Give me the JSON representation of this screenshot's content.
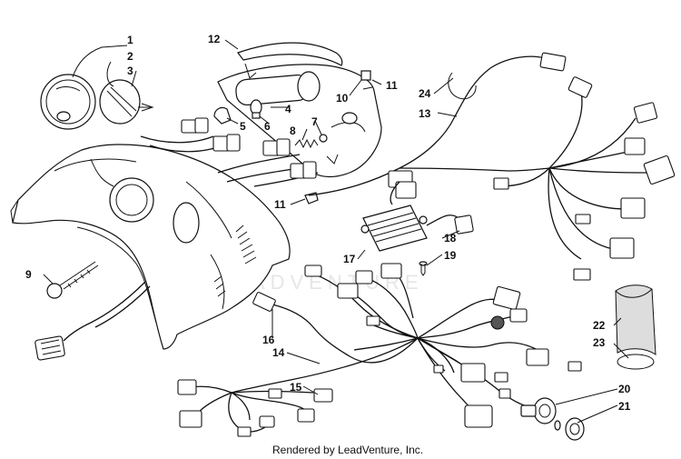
{
  "callouts": [
    {
      "id": "c1",
      "text": "1"
    },
    {
      "id": "c2",
      "text": "2"
    },
    {
      "id": "c3",
      "text": "3"
    },
    {
      "id": "c4",
      "text": "4"
    },
    {
      "id": "c5",
      "text": "5"
    },
    {
      "id": "c6",
      "text": "6"
    },
    {
      "id": "c7",
      "text": "7"
    },
    {
      "id": "c8",
      "text": "8"
    },
    {
      "id": "c9",
      "text": "9"
    },
    {
      "id": "c10",
      "text": "10"
    },
    {
      "id": "c11a",
      "text": "11"
    },
    {
      "id": "c11b",
      "text": "11"
    },
    {
      "id": "c12",
      "text": "12"
    },
    {
      "id": "c13",
      "text": "13"
    },
    {
      "id": "c14",
      "text": "14"
    },
    {
      "id": "c15",
      "text": "15"
    },
    {
      "id": "c16",
      "text": "16"
    },
    {
      "id": "c17",
      "text": "17"
    },
    {
      "id": "c18",
      "text": "18"
    },
    {
      "id": "c19",
      "text": "19"
    },
    {
      "id": "c20",
      "text": "20"
    },
    {
      "id": "c21",
      "text": "21"
    },
    {
      "id": "c22",
      "text": "22"
    },
    {
      "id": "c23",
      "text": "23"
    },
    {
      "id": "c24",
      "text": "24"
    }
  ],
  "footer": "Rendered by LeadVenture, Inc.",
  "watermark": "LEADVENTURE"
}
